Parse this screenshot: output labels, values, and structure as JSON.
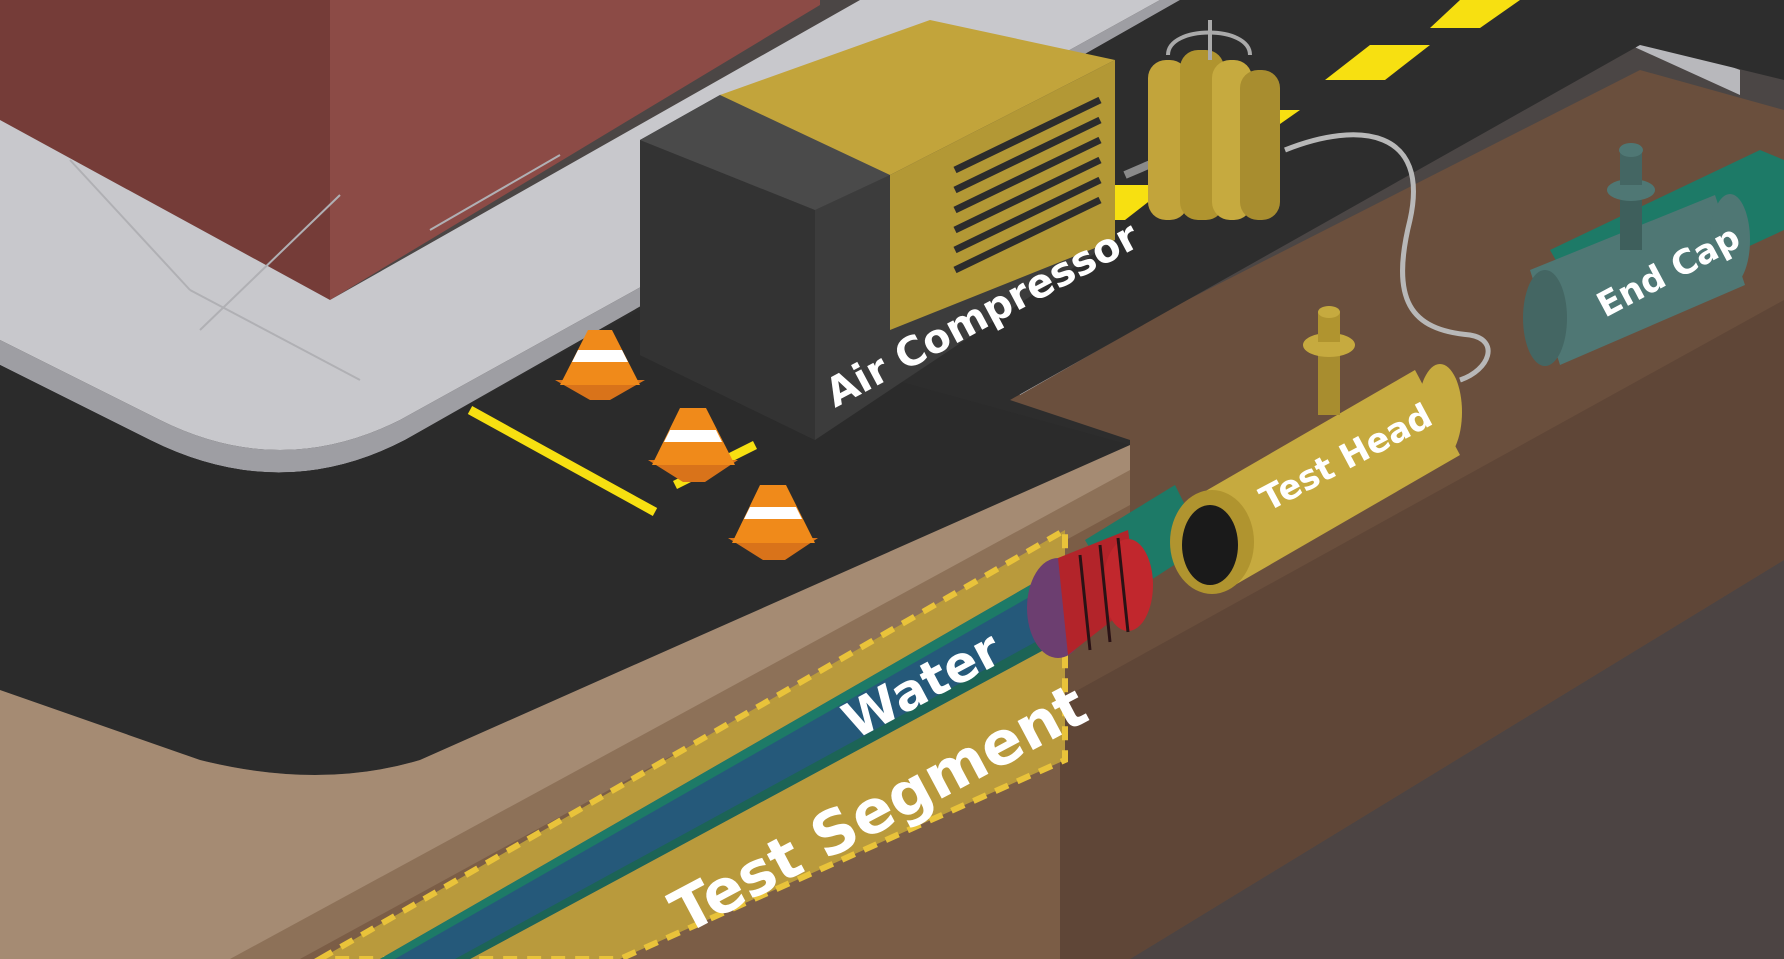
{
  "labels": {
    "air_compressor": "Air Compressor",
    "test_head": "Test Head",
    "end_cap": "End Cap",
    "water": "Water",
    "test_segment": "Test Segment"
  },
  "colors": {
    "building": "#8c4b46",
    "building_shadow": "#6e3532",
    "sidewalk": "#c5c5c8",
    "asphalt": "#2e2e2e",
    "lane_line": "#f7e011",
    "soil_light": "#a38a72",
    "soil_mid": "#7a5a43",
    "soil_dark": "#5b4538",
    "compressor_body": "#3d3d3d",
    "compressor_yellow": "#bfa43a",
    "test_head_yellow": "#c6aa3f",
    "end_cap_teal": "#4f7774",
    "pipe_teal": "#1c7a6a",
    "water_blue": "#24597a",
    "cone_orange": "#f08a1a",
    "plug_red": "#c1272d",
    "plug_purple": "#6c3e70",
    "segment_outline": "#e9c33a"
  }
}
